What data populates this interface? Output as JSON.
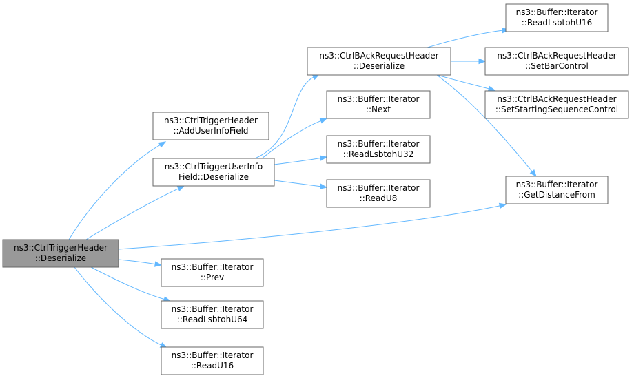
{
  "nodes": [
    {
      "id": "n0",
      "lines": [
        "ns3::CtrlTriggerHeader",
        "::Deserialize"
      ],
      "root": true
    },
    {
      "id": "n1",
      "lines": [
        "ns3::CtrlTriggerHeader",
        "::AddUserInfoField"
      ]
    },
    {
      "id": "n2",
      "lines": [
        "ns3::CtrlTriggerUserInfo",
        "Field::Deserialize"
      ]
    },
    {
      "id": "n3",
      "lines": [
        "ns3::Buffer::Iterator",
        "::GetDistanceFrom"
      ]
    },
    {
      "id": "n4",
      "lines": [
        "ns3::Buffer::Iterator",
        "::Prev"
      ]
    },
    {
      "id": "n5",
      "lines": [
        "ns3::Buffer::Iterator",
        "::ReadLsbtohU64"
      ]
    },
    {
      "id": "n6",
      "lines": [
        "ns3::Buffer::Iterator",
        "::ReadU16"
      ]
    },
    {
      "id": "n7",
      "lines": [
        "ns3::CtrlBAckRequestHeader",
        "::Deserialize"
      ]
    },
    {
      "id": "n8",
      "lines": [
        "ns3::Buffer::Iterator",
        "::Next"
      ]
    },
    {
      "id": "n9",
      "lines": [
        "ns3::Buffer::Iterator",
        "::ReadLsbtohU32"
      ]
    },
    {
      "id": "n10",
      "lines": [
        "ns3::Buffer::Iterator",
        "::ReadU8"
      ]
    },
    {
      "id": "n11",
      "lines": [
        "ns3::Buffer::Iterator",
        "::ReadLsbtohU16"
      ]
    },
    {
      "id": "n12",
      "lines": [
        "ns3::CtrlBAckRequestHeader",
        "::SetBarControl"
      ]
    },
    {
      "id": "n13",
      "lines": [
        "ns3::CtrlBAckRequestHeader",
        "::SetStartingSequenceControl"
      ]
    }
  ],
  "edges": [
    {
      "from": "n0",
      "to": "n1"
    },
    {
      "from": "n0",
      "to": "n2"
    },
    {
      "from": "n0",
      "to": "n3"
    },
    {
      "from": "n0",
      "to": "n4"
    },
    {
      "from": "n0",
      "to": "n5"
    },
    {
      "from": "n0",
      "to": "n6"
    },
    {
      "from": "n2",
      "to": "n7"
    },
    {
      "from": "n2",
      "to": "n8"
    },
    {
      "from": "n2",
      "to": "n9"
    },
    {
      "from": "n2",
      "to": "n10"
    },
    {
      "from": "n7",
      "to": "n11"
    },
    {
      "from": "n7",
      "to": "n12"
    },
    {
      "from": "n7",
      "to": "n13"
    },
    {
      "from": "n7",
      "to": "n3"
    }
  ],
  "colors": {
    "edge": "#63b8ff",
    "node_border": "#666666",
    "node_fill": "#ffffff",
    "root_fill": "#999999"
  }
}
